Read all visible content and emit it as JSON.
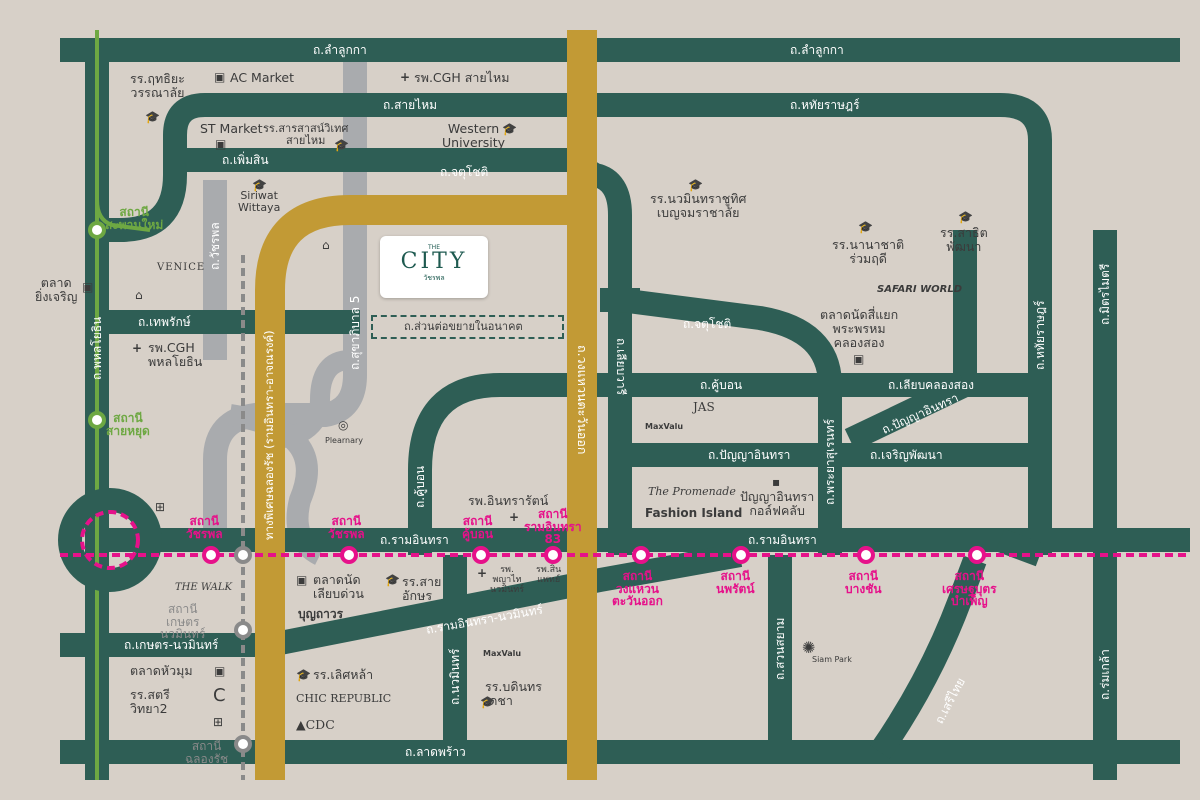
{
  "map": {
    "colors": {
      "background": "#d7d0c8",
      "road": "#2e5e55",
      "expressway": "#c29a35",
      "gray_road": "#a9abae",
      "pink_line": "#e6118a",
      "green_line": "#6ea843"
    },
    "project": {
      "the": "THE",
      "name": "CITY",
      "sub": "วัชรพล"
    },
    "roads": {
      "lamlukka_left": "ถ.ลำลูกกา",
      "lamlukka_right": "ถ.ลำลูกกา",
      "saimai": "ถ.สายไหม",
      "haruthai": "ถ.หทัยราษฎร์",
      "phermsin": "ถ.เพิ่มสิน",
      "chatuchot_top": "ถ.จตุโชติ",
      "chatuchot_mid": "ถ.จตุโชติ",
      "watcharapol": "ถ.วัชรพล",
      "sukhapiban5": "ถ.สุขาภิบาล 5",
      "expressway": "ทางพิเศษฉลองรัช (รามอินทรา-อาจณรงค์)",
      "outer_ring": "ถ.วงแหวนตะวันออก",
      "theparak": "ถ.เทพรักษ์",
      "future": "ถ.ส่วนต่อขยายในอนาคต",
      "phahon": "ถ.พหลโยธิน",
      "khubon_h": "ถ.คู้บอน",
      "khubon_v": "ถ.คู้บอน",
      "liap_wari": "ถ.เลียบวารี",
      "liap_khlong": "ถ.เลียบคลองสอง",
      "panya_h": "ถ.ปัญญาอินทรา",
      "panya_diag": "ถ.ปัญญาอินทรา",
      "phraya": "ถ.พระยาสุเรนทร์",
      "charoen": "ถ.เจริญพัฒนา",
      "haruthai_v": "ถ.หทัยราษฎร์",
      "mitmai": "ถ.มิตรไมตรี",
      "ramintra_left": "ถ.รามอินทรา",
      "ramintra_right": "ถ.รามอินทรา",
      "kaset": "ถ.เกษตร-นวมินทร์",
      "ramintra_nawamin": "ถ.รามอินทรา-นวมินทร์",
      "nawamin": "ถ.นวมินทร์",
      "lat_phrao": "ถ.ลาดพร้าว",
      "suan_siam": "ถ.สวนสยาม",
      "serithai": "ถ.เสรีไทย",
      "romklao": "ถ.ร่มเกล้า"
    },
    "places": {
      "rr_kritiya": "รร.ฤทธิยะ\nวรรณาลัย",
      "ac_market": "AC Market",
      "cgh_saimai": "รพ.CGH สายไหม",
      "st_market": "ST Market",
      "sarasas": "รร.สารสาสน์วิเทศ\nสายไหม",
      "western": "Western\nUniversity",
      "siriwat": "Siriwat\nWittaya",
      "navamin_school": "รร.นวมินทราชูทิศ\nเบญจมราชาลัย",
      "nanachat": "รร.นานาชาติ\nร่วมฤดี",
      "satrit": "รร.สาธิต\nพัฒนา",
      "safari": "SAFARI WORLD",
      "talat_nat": "ตลาดนัดสี่แยก\nพระพรหม\nคลองสอง",
      "talat_ying": "ตลาด\nยิ่งเจริญ",
      "venice": "VENICE",
      "cgh_phahon": "รพ.CGH\nพหลโยธิน",
      "jas": "JAS",
      "maxvalu1": "MaxValu",
      "maxvalu2": "MaxValu",
      "fleamary": "Plearnary",
      "ramintra_hosp": "รพ.อินทรารัตน์",
      "promenade": "The Promenade",
      "fashion": "Fashion Island",
      "panya_golf": "ปัญญาอินทรา\nกอล์ฟคลับ",
      "the_walk": "THE WALK",
      "talat_siap": "ตลาดนัด\nเลียบด่วน",
      "rr_sai_aksorn": "รร.สาย\nอักษร",
      "phyathai": "รพ.\nพญาไท\nนวมินทร์",
      "sinphaet": "รพ.สิน\nแพทย์",
      "bunthavorn": "บุญถาวร",
      "talat_huamum": "ตลาดหัวมุม",
      "satri_wit2": "รร.สตรี\nวิทยา2",
      "rr_lertla": "รร.เลิศหล้า",
      "chic": "CHIC REPUBLIC",
      "cdc": "▲CDC",
      "rr_bodin": "รร.บดินทร\nเดชา",
      "siam_park": "Siam Park"
    },
    "stations": {
      "sapanmai": "สถานี\nสะพานใหม่",
      "saiyud": "สถานี\nสายหยุด",
      "watcharapol_st": "สถานี\nวัชรพล",
      "wat_phra": "สถานี\nวัชรพล",
      "khubon_st": "สถานี\nคู้บอน",
      "ramintra83": "สถานี\nรามอินทรา\n83",
      "wongwaen": "สถานี\nวงแหวน\nตะวันออก",
      "noppharat": "สถานี\nนพรัตน์",
      "bangchan": "สถานี\nบางชัน",
      "setthabut": "สถานี\nเศรษฐบุตร\nบำเพ็ญ",
      "kaset_nawamin": "สถานี\nเกษตร\nนวมินทร์",
      "chalong_rat": "สถานี\nฉลองรัช"
    },
    "stations_short": {
      "watcharapol": "สถานี\nวัชรพล",
      "saphansung": "สถานี\nวัชรพล"
    }
  }
}
